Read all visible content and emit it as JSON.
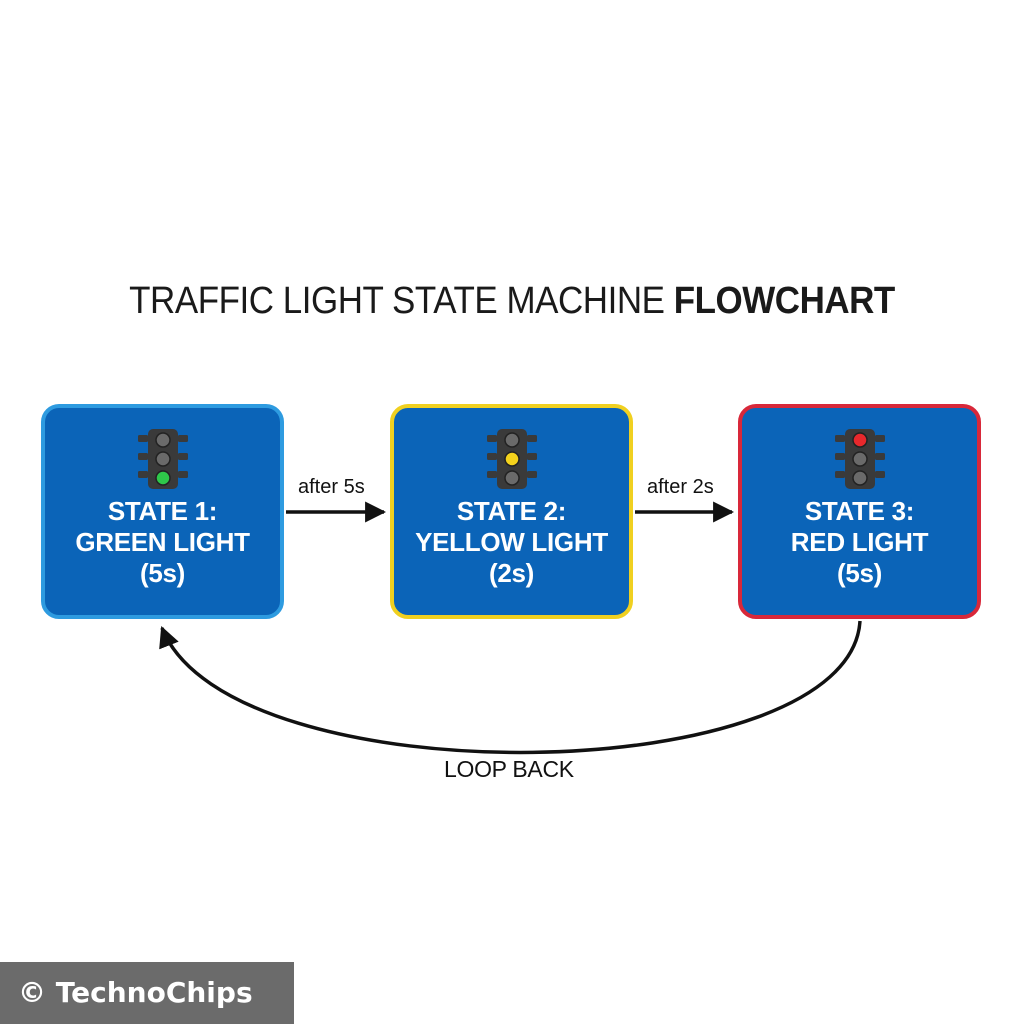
{
  "title": {
    "regular": "TRAFFIC LIGHT STATE MACHINE ",
    "bold": "FLOWCHART"
  },
  "states": [
    {
      "line1": "STATE 1:",
      "line2": "GREEN LIGHT",
      "line3": "(5s)",
      "active_light": "green",
      "border_color": "#2e9be0",
      "icon": "traffic-light-green-icon"
    },
    {
      "line1": "STATE 2:",
      "line2": "YELLOW LIGHT",
      "line3": "(2s)",
      "active_light": "yellow",
      "border_color": "#f0d020",
      "icon": "traffic-light-yellow-icon"
    },
    {
      "line1": "STATE 3:",
      "line2": "RED LIGHT",
      "line3": "(5s)",
      "active_light": "red",
      "border_color": "#d8283a",
      "icon": "traffic-light-red-icon"
    }
  ],
  "transitions": [
    {
      "from": "STATE 1",
      "to": "STATE 2",
      "label": "after 5s"
    },
    {
      "from": "STATE 2",
      "to": "STATE 3",
      "label": "after 2s"
    },
    {
      "from": "STATE 3",
      "to": "STATE 1",
      "label": "LOOP BACK"
    }
  ],
  "colors": {
    "box_fill": "#0b64b8",
    "green": "#2ec84a",
    "yellow": "#f4d21c",
    "red": "#e8282c"
  },
  "watermark": "© TechnoChips"
}
